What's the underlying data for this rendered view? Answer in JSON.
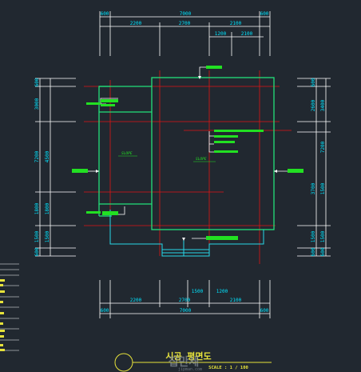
{
  "colors": {
    "background": "#212830",
    "dimension": "#ffffff",
    "dimension_text": "#00e5ff",
    "wall": "#22e07a",
    "grid": "#e01515",
    "leader": "#ffffff",
    "label_bar": "#22e022",
    "title": "#e6e23a",
    "footing": "#28d7e8"
  },
  "dims": {
    "top_total": "7000",
    "top_left_side": "600",
    "top_right_side": "600",
    "top_segments": [
      "2200",
      "2700",
      "2100"
    ],
    "top_sub_segments": [
      "1200",
      "2100"
    ],
    "bottom_total": "7000",
    "bottom_left_side": "600",
    "bottom_right_side": "600",
    "bottom_segments": [
      "2200",
      "2700",
      "2100"
    ],
    "bottom_sub_segments": [
      "1500",
      "1200"
    ],
    "left_total": "7200",
    "left_top": "600",
    "left_segments": [
      "4500",
      "1800",
      "1500"
    ],
    "left_inner": [
      "3000",
      "1800"
    ],
    "left_bottom": [
      "600",
      "1500"
    ],
    "right_top": "600",
    "right_segments": [
      "2600",
      "3700"
    ],
    "right_inner": [
      "3400",
      "1500"
    ],
    "right_total": "7200",
    "right_bottom": [
      "600",
      "1500"
    ]
  },
  "labels": {
    "slope_left": "SLOPE",
    "slope_center": "SLOPE"
  },
  "title": {
    "main": "시공 평면도",
    "scale": "SCALE : 1 / 100"
  },
  "watermark": {
    "logo": "집만세",
    "url": "jipman.com"
  }
}
